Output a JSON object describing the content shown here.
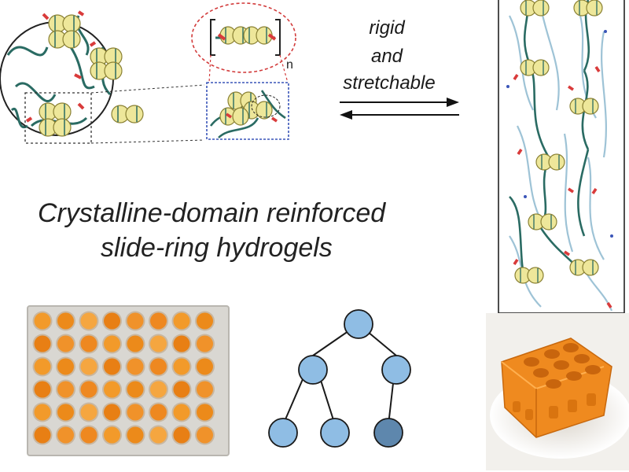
{
  "labels": {
    "arrow_top": "rigid",
    "arrow_mid": "and",
    "arrow_bottom": "stretchable",
    "title_line1": "Crystalline-domain reinforced",
    "title_line2": "slide-ring hydrogels",
    "repeat_subscript": "n"
  },
  "colors": {
    "polymer_chain": "#2a6b63",
    "chain_end_cap": "#d93b3b",
    "ring_fill": "#eee79a",
    "ring_stroke": "#8a8134",
    "circle_outline": "#222222",
    "red_dashed_outline": "#d23b3b",
    "blue_dashed_outline": "#3a55b8",
    "tree_node_light": "#8fbde4",
    "tree_node_dark": "#5e87ad",
    "gel_orange": "#f08a1c",
    "well_plate_bg": "#d9d7d2"
  },
  "icons": {
    "double_arrow": "bidirectional-arrow-icon",
    "tree": "binary-tree-icon"
  },
  "well_plate": {
    "rows": 6,
    "columns": 8
  }
}
